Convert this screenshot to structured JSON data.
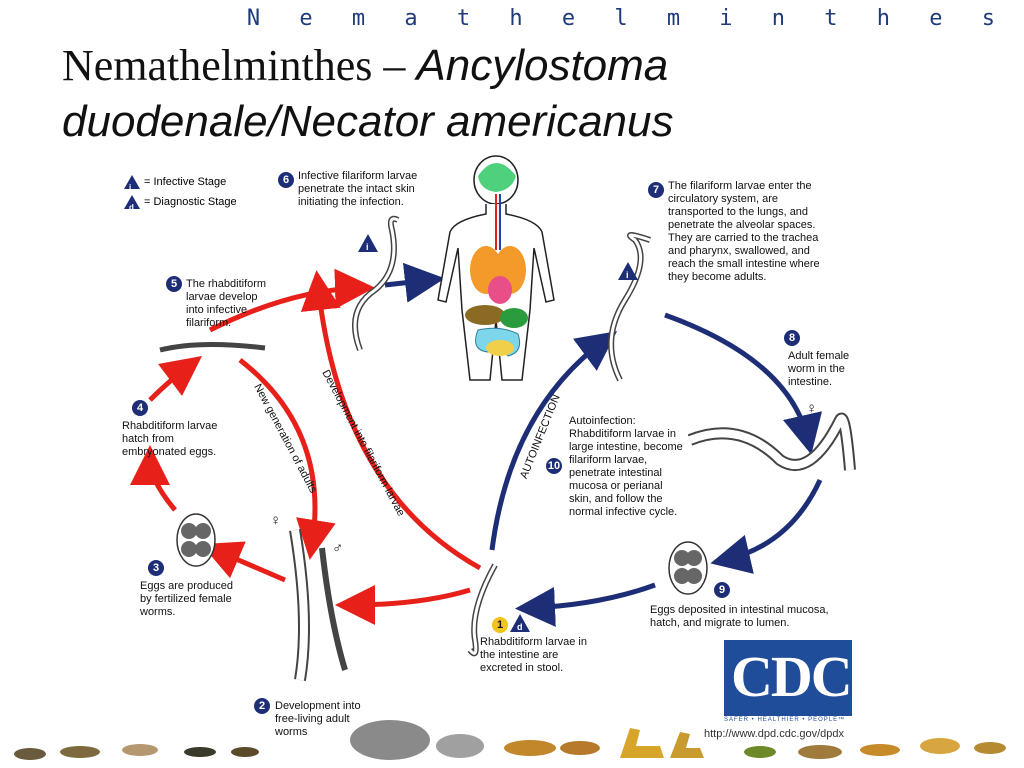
{
  "header": {
    "spaced_word": "N e m a t h e l m i n t h e s",
    "title_part1": "Nemathelminthes – ",
    "title_part2": "Ancylostoma",
    "title_part3": "duodenale/Necator americanus"
  },
  "legend": {
    "infective": "= Infective Stage",
    "diagnostic": "= Diagnostic Stage",
    "infective_symbol": "i",
    "diagnostic_symbol": "d"
  },
  "steps": [
    {
      "num": "1",
      "text": "Rhabditiform larvae in the intestine are excreted in stool."
    },
    {
      "num": "2",
      "text": "Development into free-living adult worms"
    },
    {
      "num": "3",
      "text": "Eggs are produced by fertilized female worms."
    },
    {
      "num": "4",
      "text": "Rhabditiform larvae hatch from embryonated eggs."
    },
    {
      "num": "5",
      "text": "The rhabditiform larvae develop into infective filariform."
    },
    {
      "num": "6",
      "text": "Infective filariform larvae penetrate the intact skin initiating the infection."
    },
    {
      "num": "7",
      "text": "The filariform larvae enter the circulatory system, are transported to the lungs, and penetrate the alveolar spaces. They are carried to the trachea and pharynx, swallowed, and reach the small intestine where they become adults."
    },
    {
      "num": "8",
      "text": "Adult female worm in the intestine."
    },
    {
      "num": "9",
      "text": "Eggs deposited in intestinal mucosa, hatch, and migrate to lumen."
    },
    {
      "num": "10",
      "text": "Autoinfection: Rhabditiform larvae in large intestine, become filariform larvae, penetrate intestinal mucosa or perianal skin, and follow the normal infective cycle."
    }
  ],
  "rotated_labels": {
    "new_generation": "New generation of adults",
    "development": "Development into filariform larvae",
    "autoinfection": "AUTOINFECTION"
  },
  "sex_symbols": {
    "female": "♀",
    "male": "♂"
  },
  "logo": {
    "name": "CDC",
    "tagline": "SAFER • HEALTHIER • PEOPLE™",
    "url": "http://www.dpd.cdc.gov/dpdx"
  },
  "colors": {
    "red_arrow": "#e8201a",
    "blue_arrow": "#1d2e77",
    "badge": "#1d2e77",
    "cdc_blue": "#1f4d9a"
  }
}
